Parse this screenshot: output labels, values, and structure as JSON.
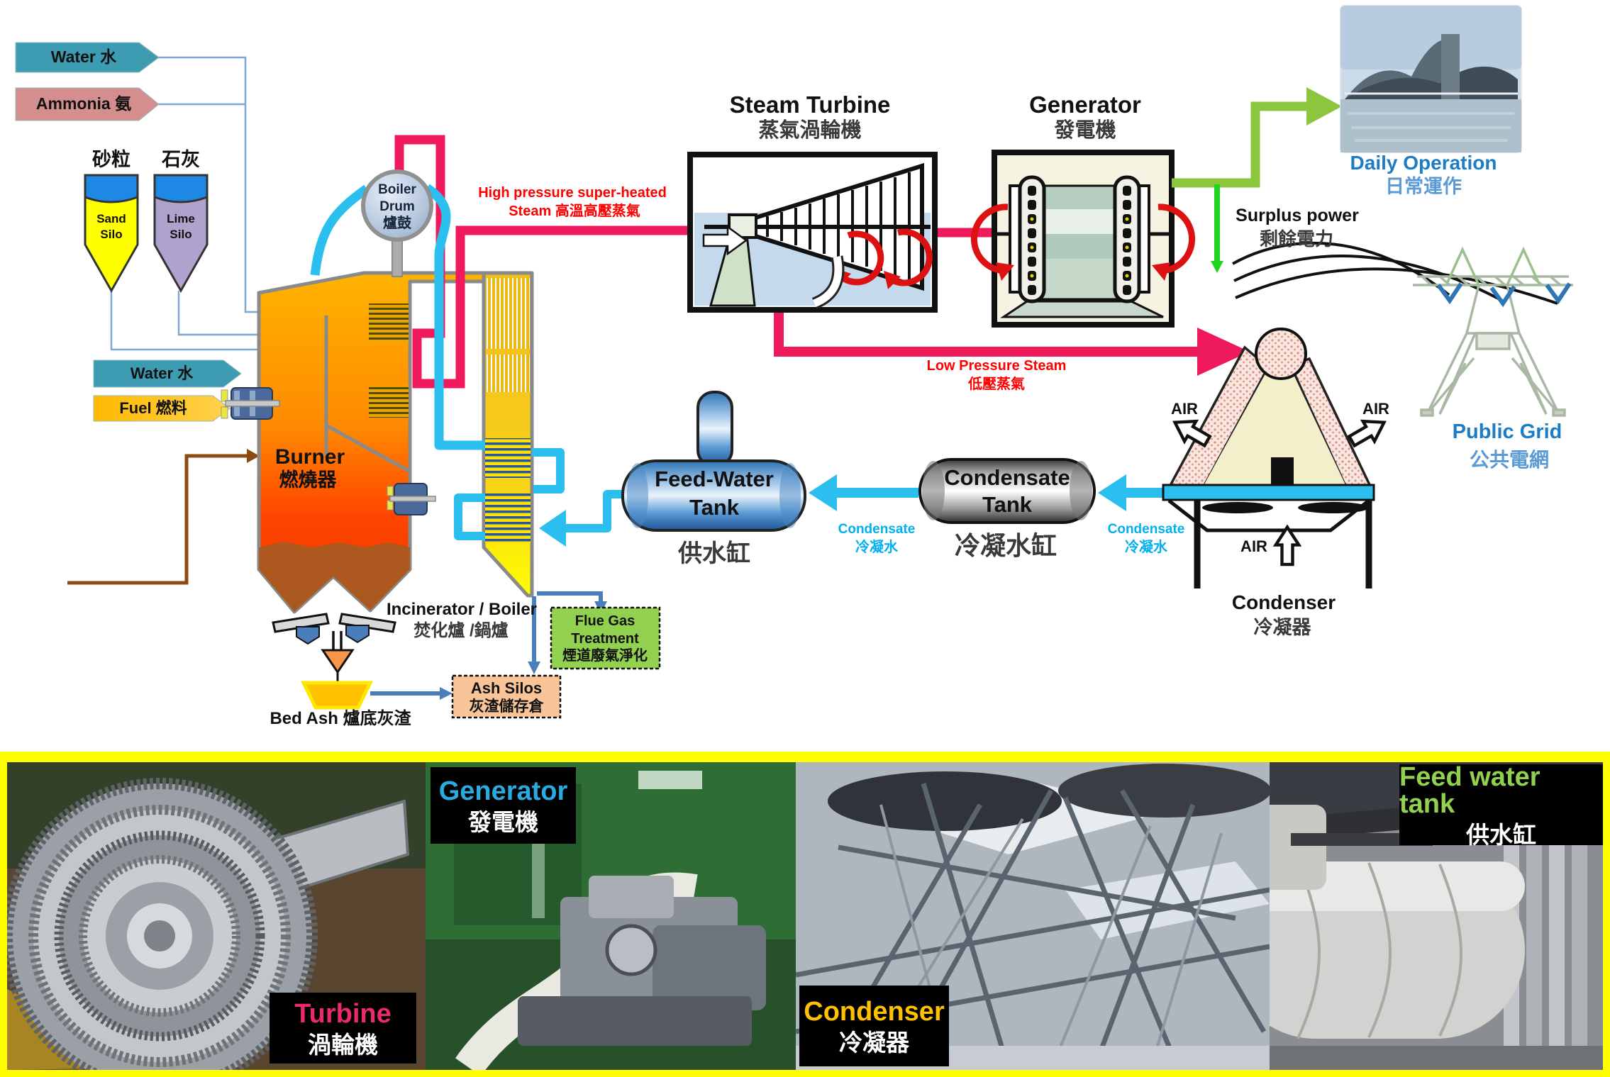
{
  "inputs": {
    "water_top": "Water 水",
    "ammonia": "Ammonia 氨",
    "water_side": "Water 水",
    "fuel": "Fuel 燃料"
  },
  "silos": {
    "sand_zh": "砂粒",
    "sand_l1": "Sand",
    "sand_l2": "Silo",
    "lime_zh": "石灰",
    "lime_l1": "Lime",
    "lime_l2": "Silo"
  },
  "drum": {
    "l1": "Boiler",
    "l2": "Drum",
    "l3": "爐鼓"
  },
  "furnace": {
    "burner_en": "Burner",
    "burner_zh": "燃燒器",
    "incinerator_en": "Incinerator / Boiler",
    "incinerator_zh": "焚化爐 /鍋爐"
  },
  "flows": {
    "hp1": "High pressure super-heated",
    "hp2": "Steam 高溫高壓蒸氣",
    "lp1": "Low Pressure Steam",
    "lp2": "低壓蒸氣",
    "surplus_en": "Surplus power",
    "surplus_zh": "剩餘電力",
    "condensate_en": "Condensate",
    "condensate_zh": "冷凝水",
    "air": "AIR"
  },
  "turbine": {
    "en": "Steam Turbine",
    "zh": "蒸氣渦輪機"
  },
  "generator": {
    "en": "Generator",
    "zh": "發電機"
  },
  "daily": {
    "en": "Daily Operation",
    "zh": "日常運作"
  },
  "grid": {
    "en": "Public Grid",
    "zh": "公共電網"
  },
  "condenser": {
    "en": "Condenser",
    "zh": "冷凝器"
  },
  "condensate_tank": {
    "l1": "Condensate",
    "l2": "Tank",
    "zh": "冷凝水缸"
  },
  "feed_tank": {
    "l1": "Feed-Water",
    "l2": "Tank",
    "zh": "供水缸"
  },
  "flue_box": {
    "l1": "Flue Gas",
    "l2": "Treatment",
    "zh": "煙道廢氣淨化"
  },
  "ash_box": {
    "en": "Ash Silos",
    "zh": "灰渣儲存倉"
  },
  "bed_ash": "Bed Ash 爐底灰渣",
  "photos": [
    {
      "en": "Turbine",
      "zh": "渦輪機",
      "accent": "#ED2A69"
    },
    {
      "en": "Generator",
      "zh": "發電機",
      "accent": "#29ABE2"
    },
    {
      "en": "Condenser",
      "zh": "冷凝器",
      "accent": "#FFC000"
    },
    {
      "en": "Feed water tank",
      "zh": "供水缸",
      "accent": "#92D050"
    }
  ],
  "colors": {
    "steam_pink": "#EE1A5B",
    "water_cyan": "#2BBFF0",
    "power_green": "#8CC63E",
    "surplus_green": "#1FD41F",
    "flow_blue": "#4A7EBB",
    "flue_green": "#92D050",
    "ash_peach": "#F8C498",
    "banner_teal": "#3D9CB2",
    "banner_rose": "#D48E8E",
    "fuel_amber": "#FFB900",
    "strip_yellow": "#FFFF00"
  }
}
